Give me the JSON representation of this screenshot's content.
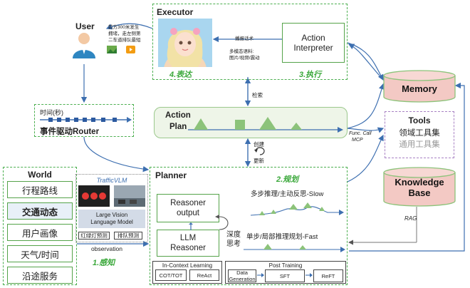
{
  "user": {
    "title": "User",
    "message_line1": "前方300米发生",
    "message_line2": "拥堵，走左侧第",
    "message_line3": "二车道排队最短"
  },
  "executor": {
    "title": "Executor",
    "action_interpreter_line1": "Action",
    "action_interpreter_line2": "Interpreter",
    "label_tts": "播报话术",
    "label_multimodal_line1": "多模态语料:",
    "label_multimodal_line2": "图片/视频/震动",
    "stage_express": "4.表达",
    "stage_execute": "3.执行"
  },
  "router": {
    "time_label": "时间(秒)",
    "title": "事件驱动Router"
  },
  "action_plan": {
    "title_line1": "Action",
    "title_line2": "Plan",
    "retrieve_label": "检索",
    "create_label": "创建",
    "update_label": "更新"
  },
  "function_call": {
    "line1": "Func. Call",
    "line2": "MCP"
  },
  "memory": {
    "label": "Memory"
  },
  "tools": {
    "title": "Tools",
    "domain_tools": "领域工具集",
    "general_tools": "通用工具集"
  },
  "knowledge_base": {
    "line1": "Knowledge",
    "line2": "Base",
    "rag": "RAG"
  },
  "world": {
    "title": "World",
    "items": [
      "行程路线",
      "交通动态",
      "用户画像",
      "天气/时间",
      "沿途服务"
    ],
    "observation": "observation",
    "stage_perceive": "1.感知"
  },
  "traffic_vlm": {
    "title": "TrafficVLM",
    "model_line1": "Large Vision",
    "model_line2": "Language Model",
    "tag_light": "红绿灯预测",
    "tag_queue": "排队预测"
  },
  "planner": {
    "title": "Planner",
    "stage_plan": "2.规划",
    "reasoner_output_line1": "Reasoner",
    "reasoner_output_line2": "output",
    "llm_reasoner_line1": "LLM",
    "llm_reasoner_line2": "Reasoner",
    "deep_think_line1": "深度",
    "deep_think_line2": "思考",
    "slow_label": "多步推理/主动反思-Slow",
    "fast_label": "单步/局部推理规划-Fast",
    "icl_title": "In-Context Learning",
    "icl_cot": "COT/TOT",
    "icl_react": "ReAct",
    "post_title": "Post Training",
    "post_data_line1": "Data",
    "post_data_line2": "Generation",
    "post_sft": "SFT",
    "post_reft": "ReFT"
  },
  "colors": {
    "green_accent": "#3aa83a",
    "green_fill": "#8cc37a",
    "pink_fill": "#f3c9c4",
    "purple_dash": "#a982c4",
    "blue_arrow": "#3d6fb0"
  }
}
